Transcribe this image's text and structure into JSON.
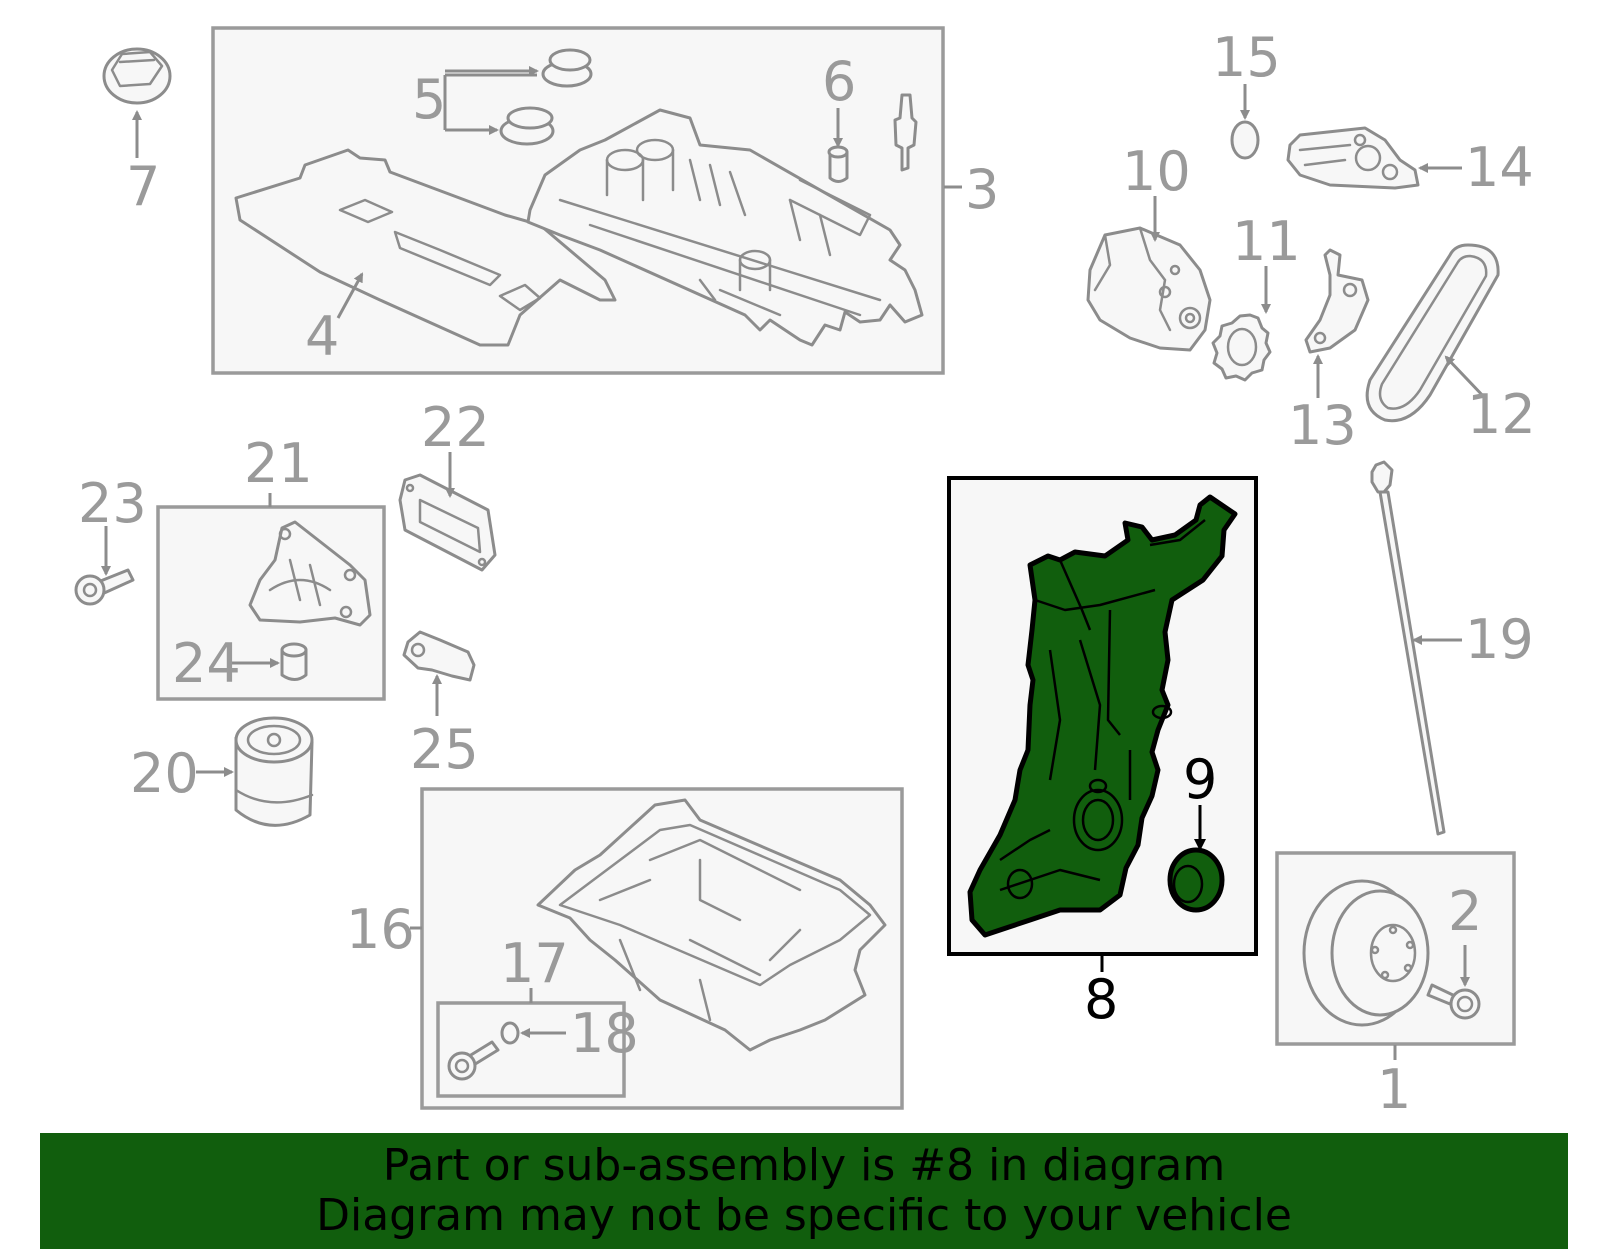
{
  "callouts": {
    "c1": "1",
    "c2": "2",
    "c3": "3",
    "c4": "4",
    "c5": "5",
    "c6": "6",
    "c7": "7",
    "c8": "8",
    "c9": "9",
    "c10": "10",
    "c11": "11",
    "c12": "12",
    "c13": "13",
    "c14": "14",
    "c15": "15",
    "c16": "16",
    "c17": "17",
    "c18": "18",
    "c19": "19",
    "c20": "20",
    "c21": "21",
    "c22": "22",
    "c23": "23",
    "c24": "24",
    "c25": "25"
  },
  "highlighted_part": "8",
  "colors": {
    "highlight": "#115e0d",
    "parts": "#8c8c8c",
    "labels": "#9a9a9a"
  },
  "footer": {
    "line1": "Part or sub-assembly is #8 in diagram",
    "line2": "Diagram may not be specific to your vehicle"
  }
}
